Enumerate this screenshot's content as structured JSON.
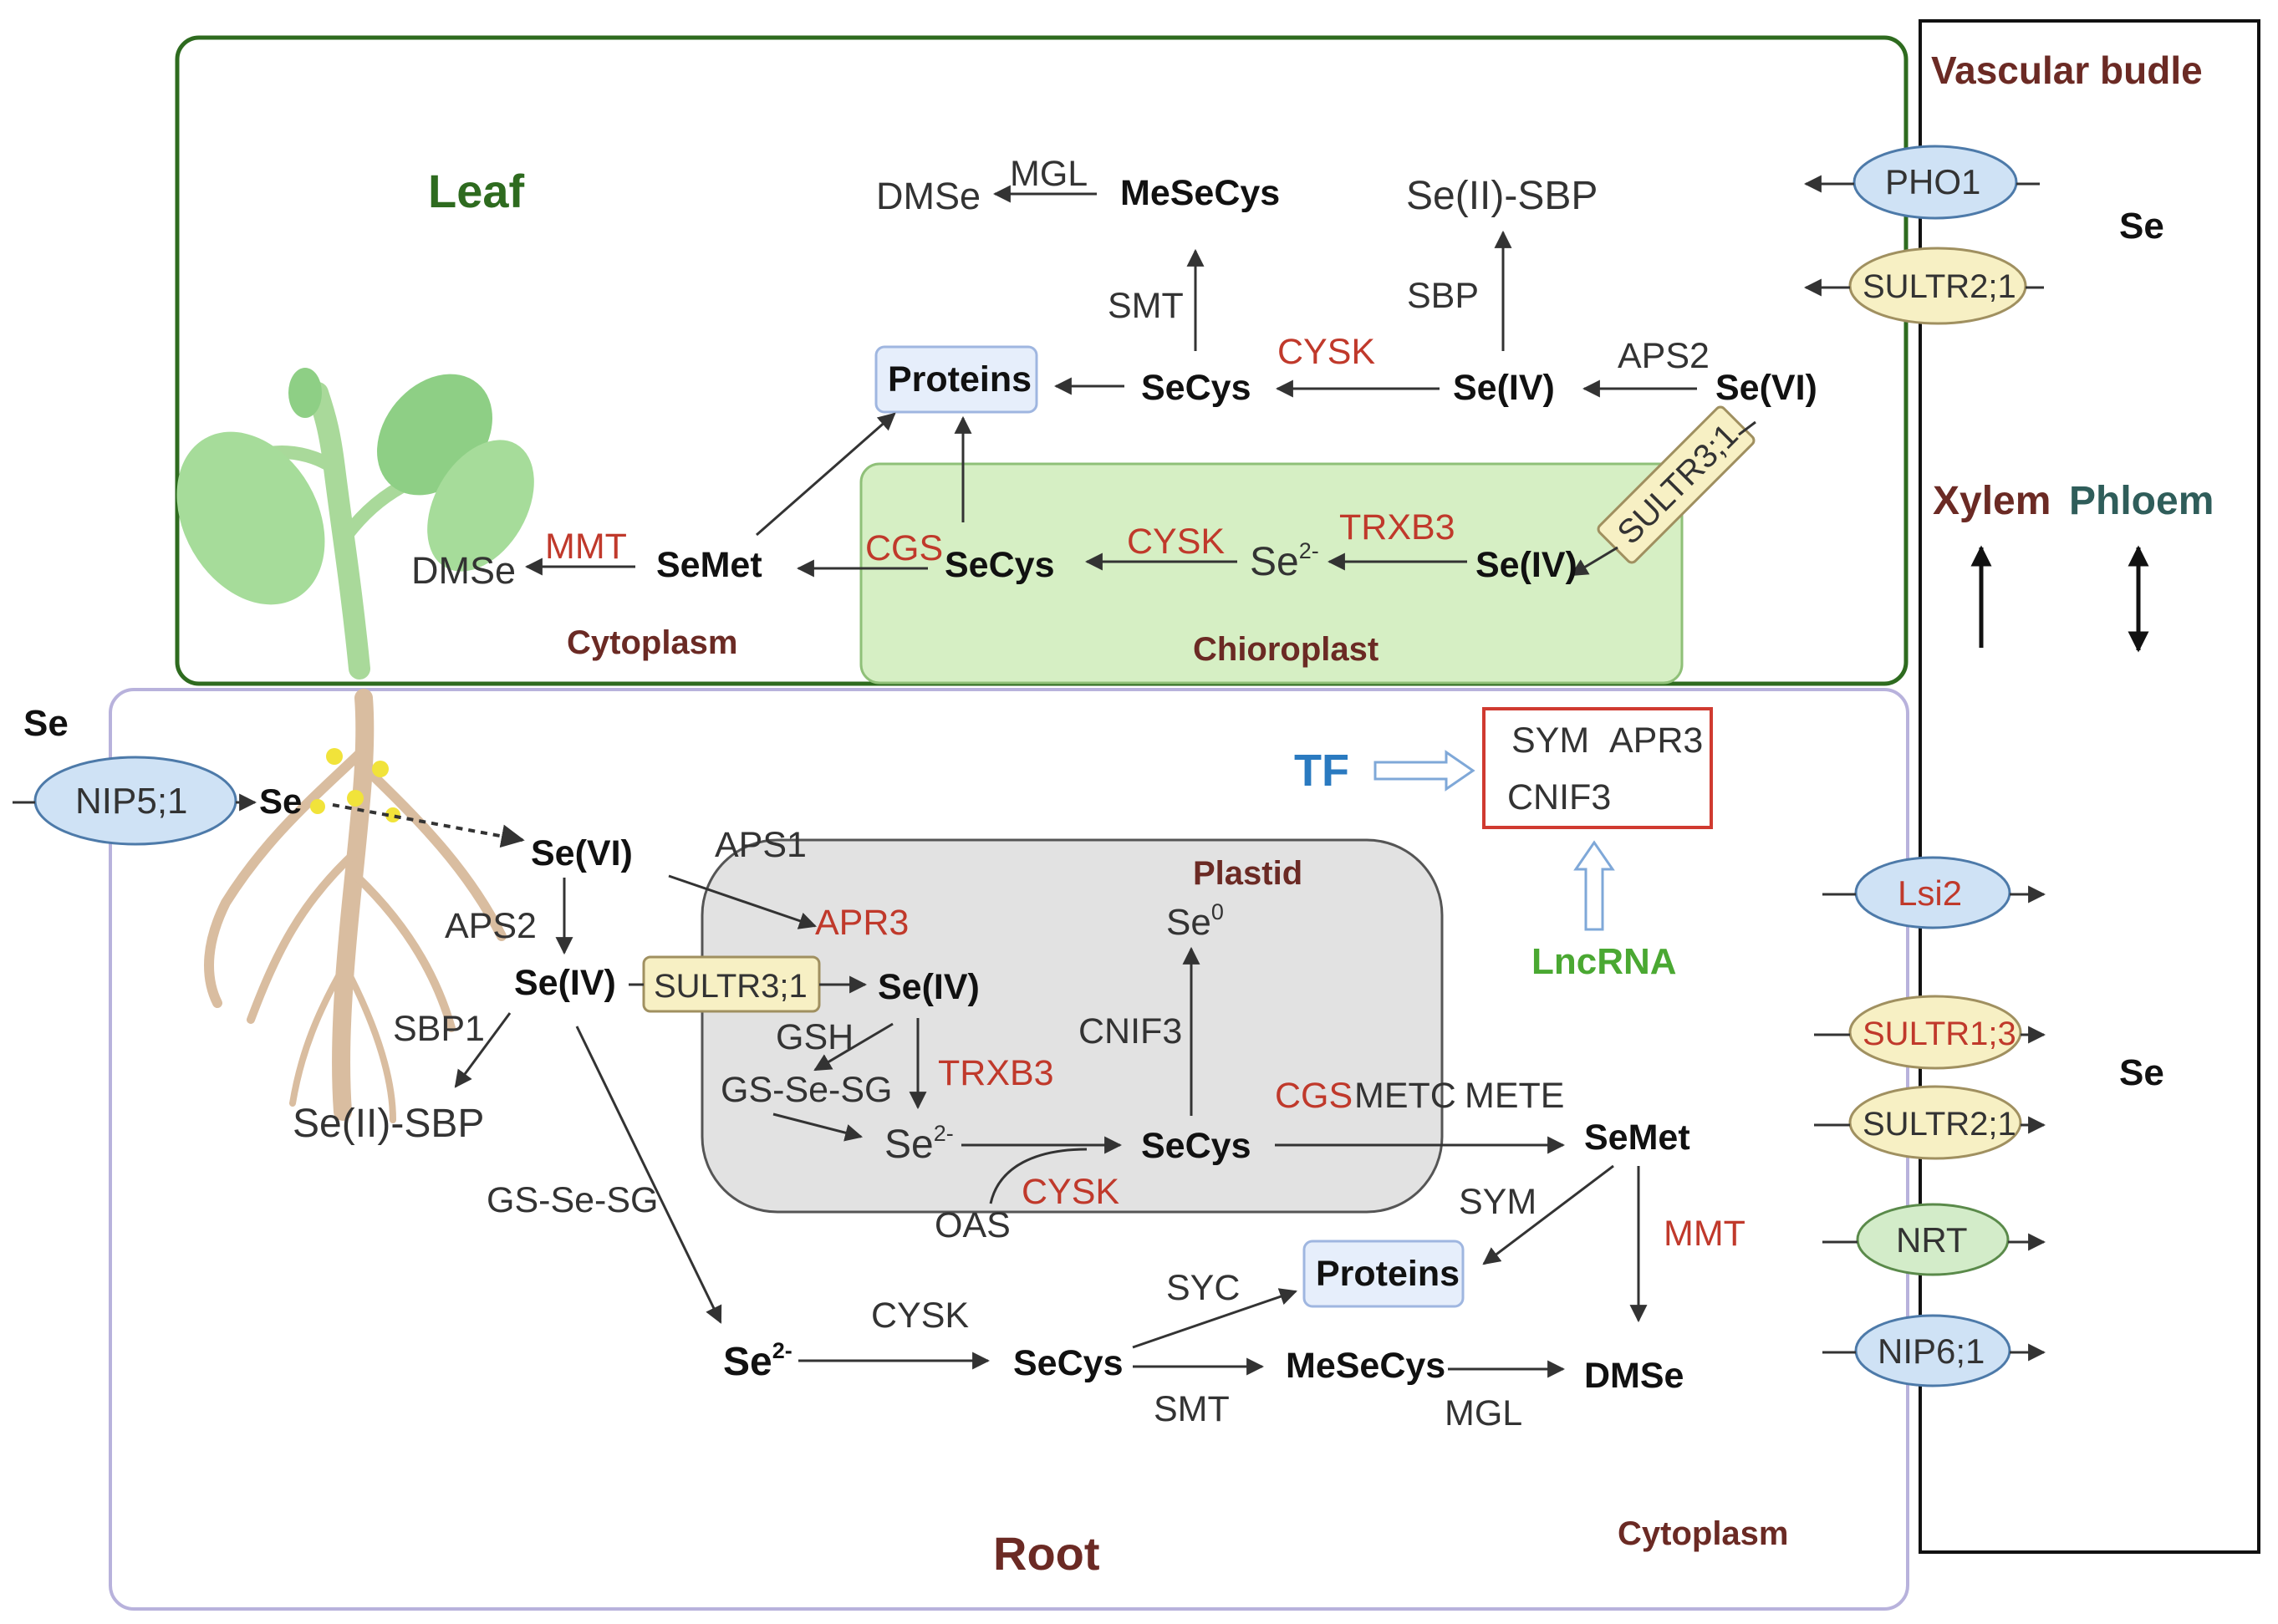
{
  "regions": {
    "leaf": "Leaf",
    "root": "Root",
    "vascular": "Vascular budle",
    "leaf_cytoplasm": "Cytoplasm",
    "chloroplast": "Chioroplast",
    "plastid": "Plastid",
    "root_cytoplasm": "Cytoplasm",
    "xylem": "Xylem",
    "phloem": "Phloem"
  },
  "leaf": {
    "dmse_top": "DMSe",
    "mgl": "MGL",
    "mesecys": "MeSeCys",
    "se_ii_sbp": "Se(II)-SBP",
    "smt": "SMT",
    "sbp": "SBP",
    "proteins": "Proteins",
    "secys": "SeCys",
    "cysk": "CYSK",
    "se_iv": "Se(IV)",
    "aps2": "APS2",
    "se_vi": "Se(VI)",
    "sultr31": "SULTR3;1",
    "dmse_bottom": "DMSe",
    "mmt": "MMT",
    "semet": "SeMet",
    "cgs": "CGS",
    "secys_chloro": "SeCys",
    "cysk_chloro": "CYSK",
    "se2": "Se",
    "se2_sup": "2-",
    "trxb3": "TRXB3",
    "se_iv_chloro": "Se(IV)"
  },
  "vascular_items": {
    "pho1": "PHO1",
    "sultr21_top": "SULTR2;1",
    "se_top": "Se",
    "lsi2": "Lsi2",
    "sultr13": "SULTR1;3",
    "sultr21_bottom": "SULTR2;1",
    "nrt": "NRT",
    "nip61": "NIP6;1",
    "se_bottom": "Se"
  },
  "root": {
    "se_outside": "Se",
    "nip51": "NIP5;1",
    "se_in": "Se",
    "se_vi": "Se(VI)",
    "aps1": "APS1",
    "aps2": "APS2",
    "se_iv": "Se(IV)",
    "sultr31": "SULTR3;1",
    "apr3_red": "APR3",
    "se_iv_plastid": "Se(IV)",
    "sbp1": "SBP1",
    "se_ii_sbp": "Se(II)-SBP",
    "gsh": "GSH",
    "gs_se_sg_plastid": "GS-Se-SG",
    "trxb3": "TRXB3",
    "se2_plastid": "Se",
    "se2_sup": "2-",
    "cnif3_plastid": "CNIF3",
    "se0": "Se",
    "se0_sup": "0",
    "secys_plastid": "SeCys",
    "cysk_red": "CYSK",
    "oas": "OAS",
    "cgs_red": "CGS",
    "metc": "METC",
    "mete": "METE",
    "semet": "SeMet",
    "gs_se_sg": "GS-Se-SG",
    "sym": "SYM",
    "mmt": "MMT",
    "proteins": "Proteins",
    "syc": "SYC",
    "se2_cyto": "Se",
    "se2_cyto_sup": "2-",
    "cysk": "CYSK",
    "secys_cyto": "SeCys",
    "smt": "SMT",
    "mesecys": "MeSeCys",
    "mgl": "MGL",
    "dmse": "DMSe",
    "tf": "TF",
    "lncrna": "LncRNA",
    "reg_sym": "SYM",
    "reg_apr3": "APR3",
    "reg_cnif3": "CNIF3"
  },
  "colors": {
    "leaf_border": "#2e6b1f",
    "root_border": "#b8b2dc",
    "chloroplast_fill": "#d6efc4",
    "plastid_fill": "#e2e2e2",
    "blue_ellipse": "#cfe2f5",
    "yellow_ellipse": "#f7f0c4",
    "green_ellipse": "#d3ecc9",
    "red_text": "#c0392b",
    "maroon_text": "#6b2a24",
    "tf_blue": "#2a7ac0",
    "lncrna_green": "#4aa832"
  }
}
